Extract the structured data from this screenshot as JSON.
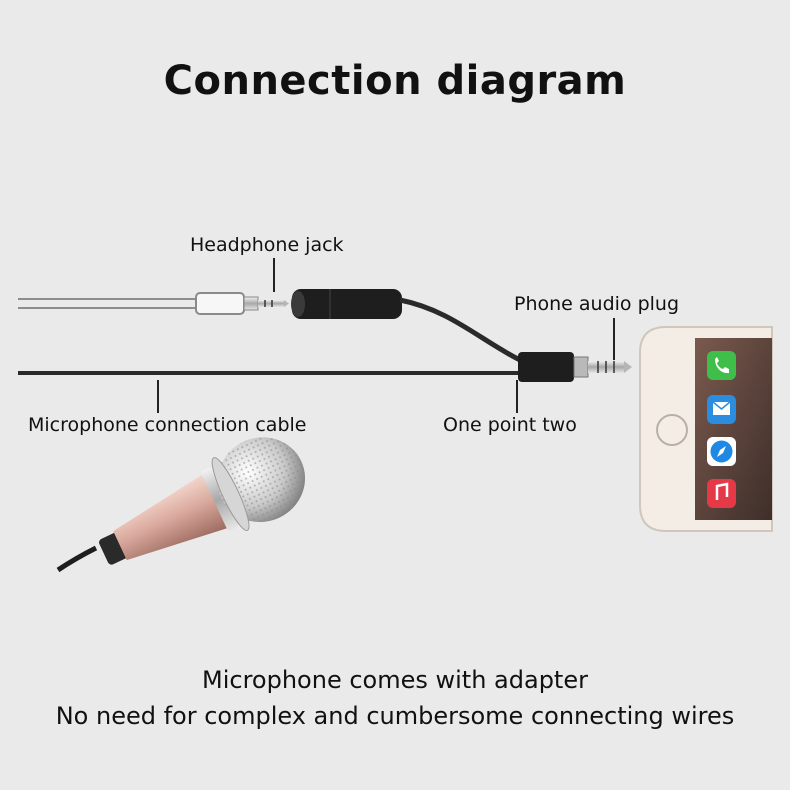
{
  "title": "Connection diagram",
  "labels": {
    "headphone_jack": "Headphone jack",
    "phone_audio_plug": "Phone audio plug",
    "microphone_cable": "Microphone connection cable",
    "one_point_two": "One point two"
  },
  "captions": [
    "Microphone comes with adapter",
    "No need for complex and cumbersome connecting wires"
  ],
  "phone_apps": [
    "phone-icon",
    "mail-icon",
    "compass-icon",
    "music-icon"
  ],
  "colors": {
    "background": "#eaeaea",
    "cable": "#2a2a2a",
    "mic_body": "#d9a89c",
    "phone_body": "#f3ede6"
  }
}
